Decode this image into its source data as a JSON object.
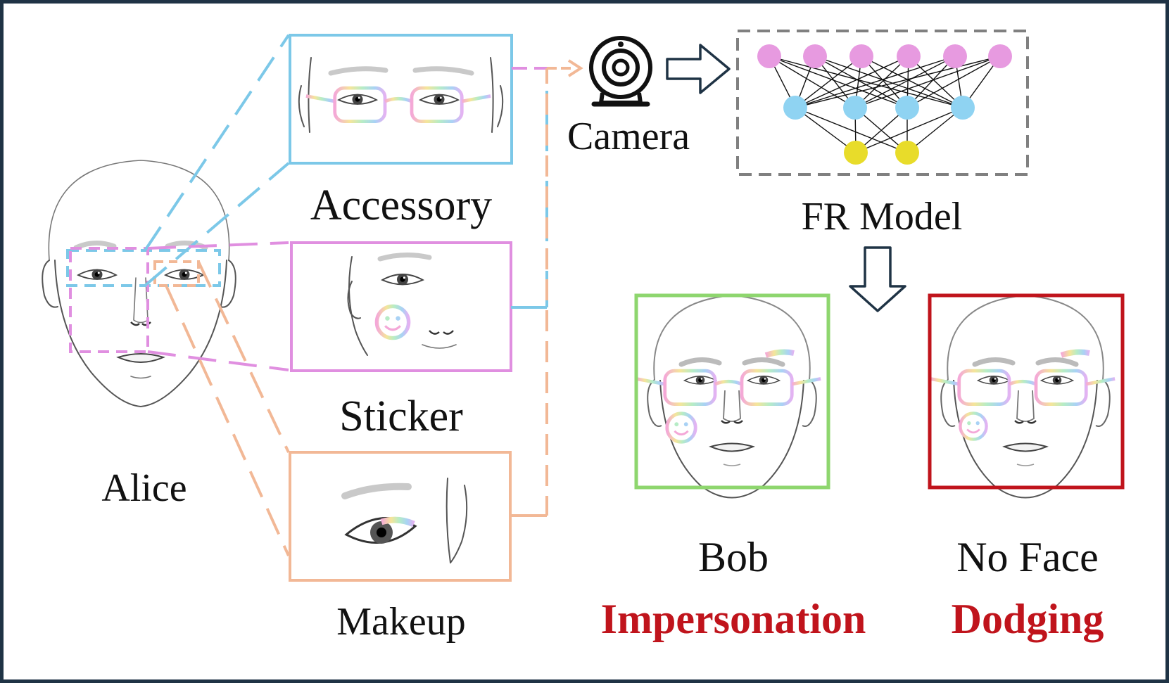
{
  "colors": {
    "border": "#1f3345",
    "accessory": "#7cc8e8",
    "sticker": "#e08fe0",
    "makeup": "#f2b896",
    "input_node": "#e79ae0",
    "hidden_node": "#8fd3f2",
    "output_node": "#e8dc2a",
    "impersonation_box": "#8ed66e",
    "dodging_box": "#c0141c",
    "emphasis_text": "#c0141c",
    "model_box": "#808080"
  },
  "labels": {
    "alice": "Alice",
    "accessory": "Accessory",
    "sticker": "Sticker",
    "makeup": "Makeup",
    "camera": "Camera",
    "fr_model": "FR Model",
    "bob": "Bob",
    "impersonation": "Impersonation",
    "no_face": "No Face",
    "dodging": "Dodging"
  },
  "icons": {
    "camera": "webcam-icon",
    "arrow_right": "hollow-right-arrow-icon",
    "arrow_down": "hollow-down-arrow-icon"
  },
  "network": {
    "layers": [
      6,
      4,
      2
    ]
  }
}
